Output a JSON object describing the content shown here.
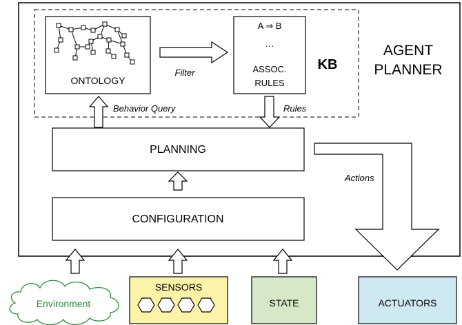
{
  "agent_title": [
    "AGENT",
    "PLANNER"
  ],
  "kb_label": "KB",
  "ontology": {
    "label": "ONTOLOGY"
  },
  "rules_box": {
    "line1": "A ⇒ B",
    "line2": "…",
    "line3": "ASSOC.",
    "line4": "RULES"
  },
  "arrows": {
    "filter": "Filter",
    "behavior_query": "Behavior Query",
    "rules": "Rules",
    "actions": "Actions"
  },
  "planning": {
    "label": "PLANNING"
  },
  "configuration": {
    "label": "CONFIGURATION"
  },
  "inputs": {
    "environment": "Environment",
    "sensors": "SENSORS",
    "state": "STATE"
  },
  "actuators": {
    "label": "ACTUATORS"
  },
  "colors": {
    "environment_green": "#2e8b3a",
    "sensors_fill": "#faf3a8",
    "state_fill": "#d6e8c8",
    "actuators_fill": "#cfe9f1"
  }
}
